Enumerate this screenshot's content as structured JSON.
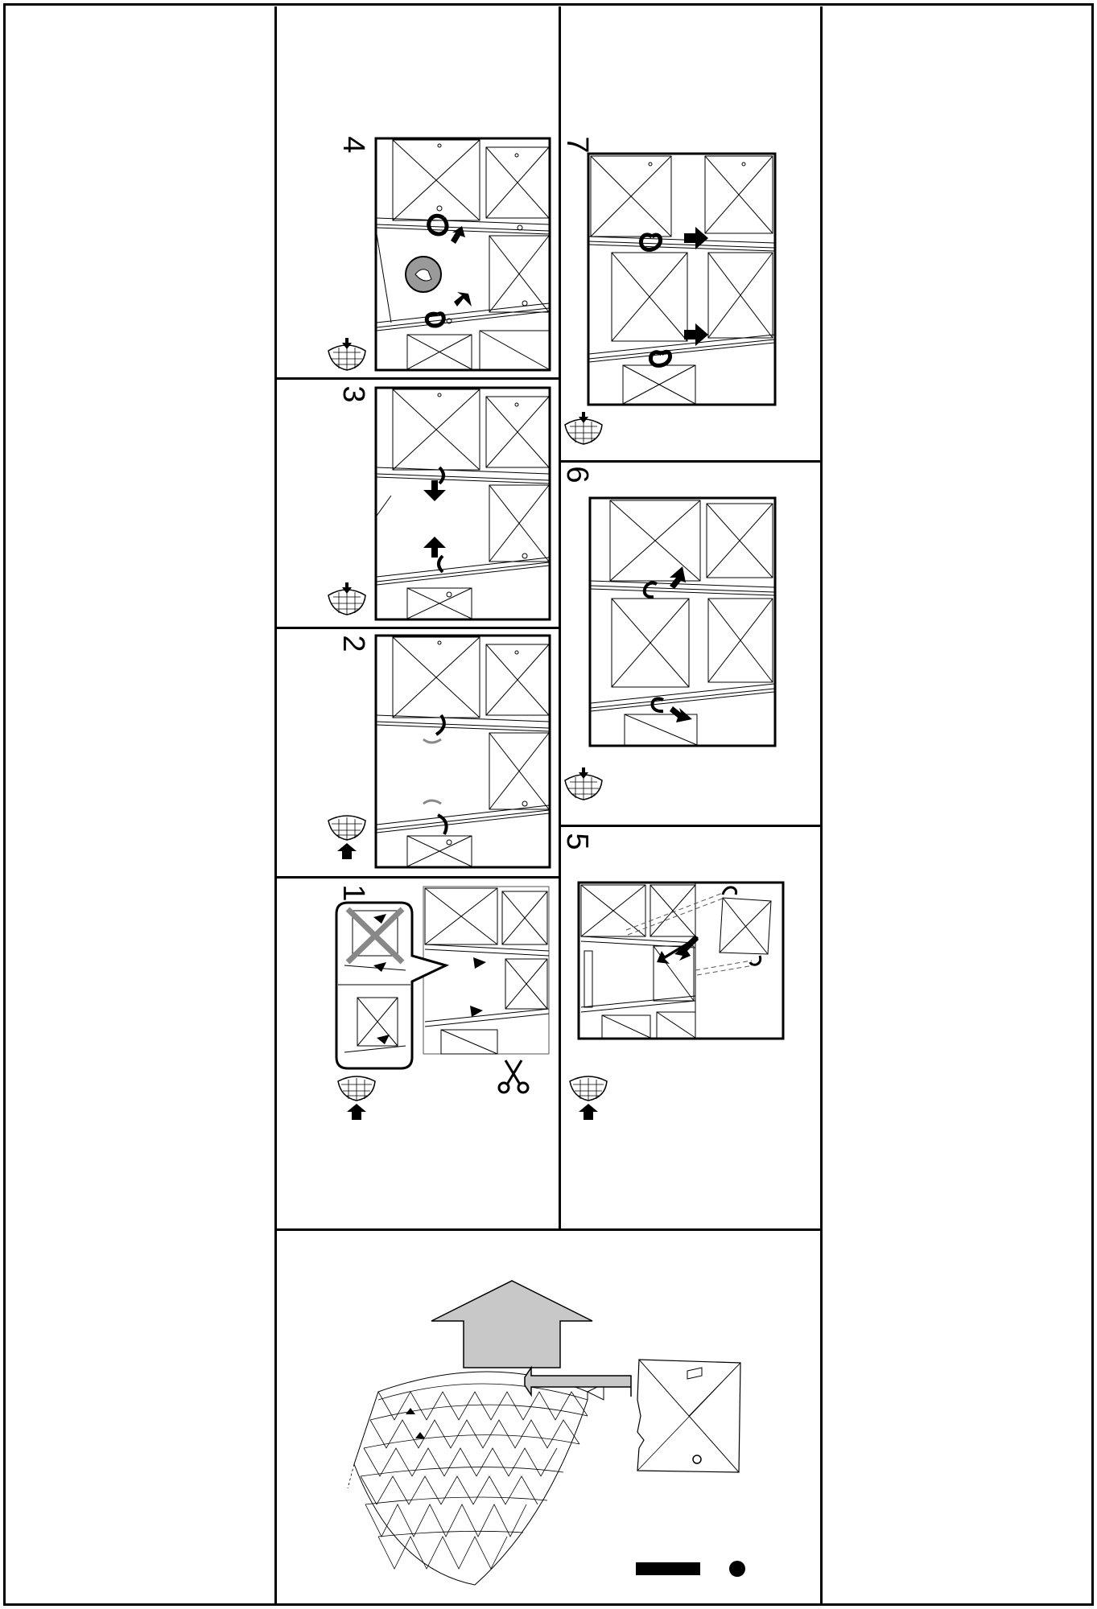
{
  "document": {
    "type": "assembly-instructions",
    "steps": [
      {
        "number": "1",
        "icons": [
          "lamp-shade-icon",
          "up-arrow-icon",
          "scissors-icon"
        ]
      },
      {
        "number": "2",
        "icons": [
          "lamp-shade-icon",
          "up-arrow-icon"
        ]
      },
      {
        "number": "3",
        "icons": [
          "lamp-shade-icon",
          "down-arrow-icon"
        ]
      },
      {
        "number": "4",
        "icons": [
          "lamp-shade-icon",
          "down-arrow-icon",
          "hand-icon"
        ]
      },
      {
        "number": "5",
        "icons": [
          "lamp-shade-icon",
          "up-arrow-icon"
        ]
      },
      {
        "number": "6",
        "icons": [
          "lamp-shade-icon",
          "down-arrow-icon"
        ]
      },
      {
        "number": "7",
        "icons": [
          "lamp-shade-icon",
          "down-arrow-icon"
        ]
      }
    ],
    "overview": {
      "icons": [
        "lamp-shade-icon",
        "gray-arrow-icon",
        "exclamation-icon"
      ]
    },
    "colors": {
      "line": "#000000",
      "arrow_gray": "#c8c8c8",
      "paper": "#ffffff"
    }
  }
}
